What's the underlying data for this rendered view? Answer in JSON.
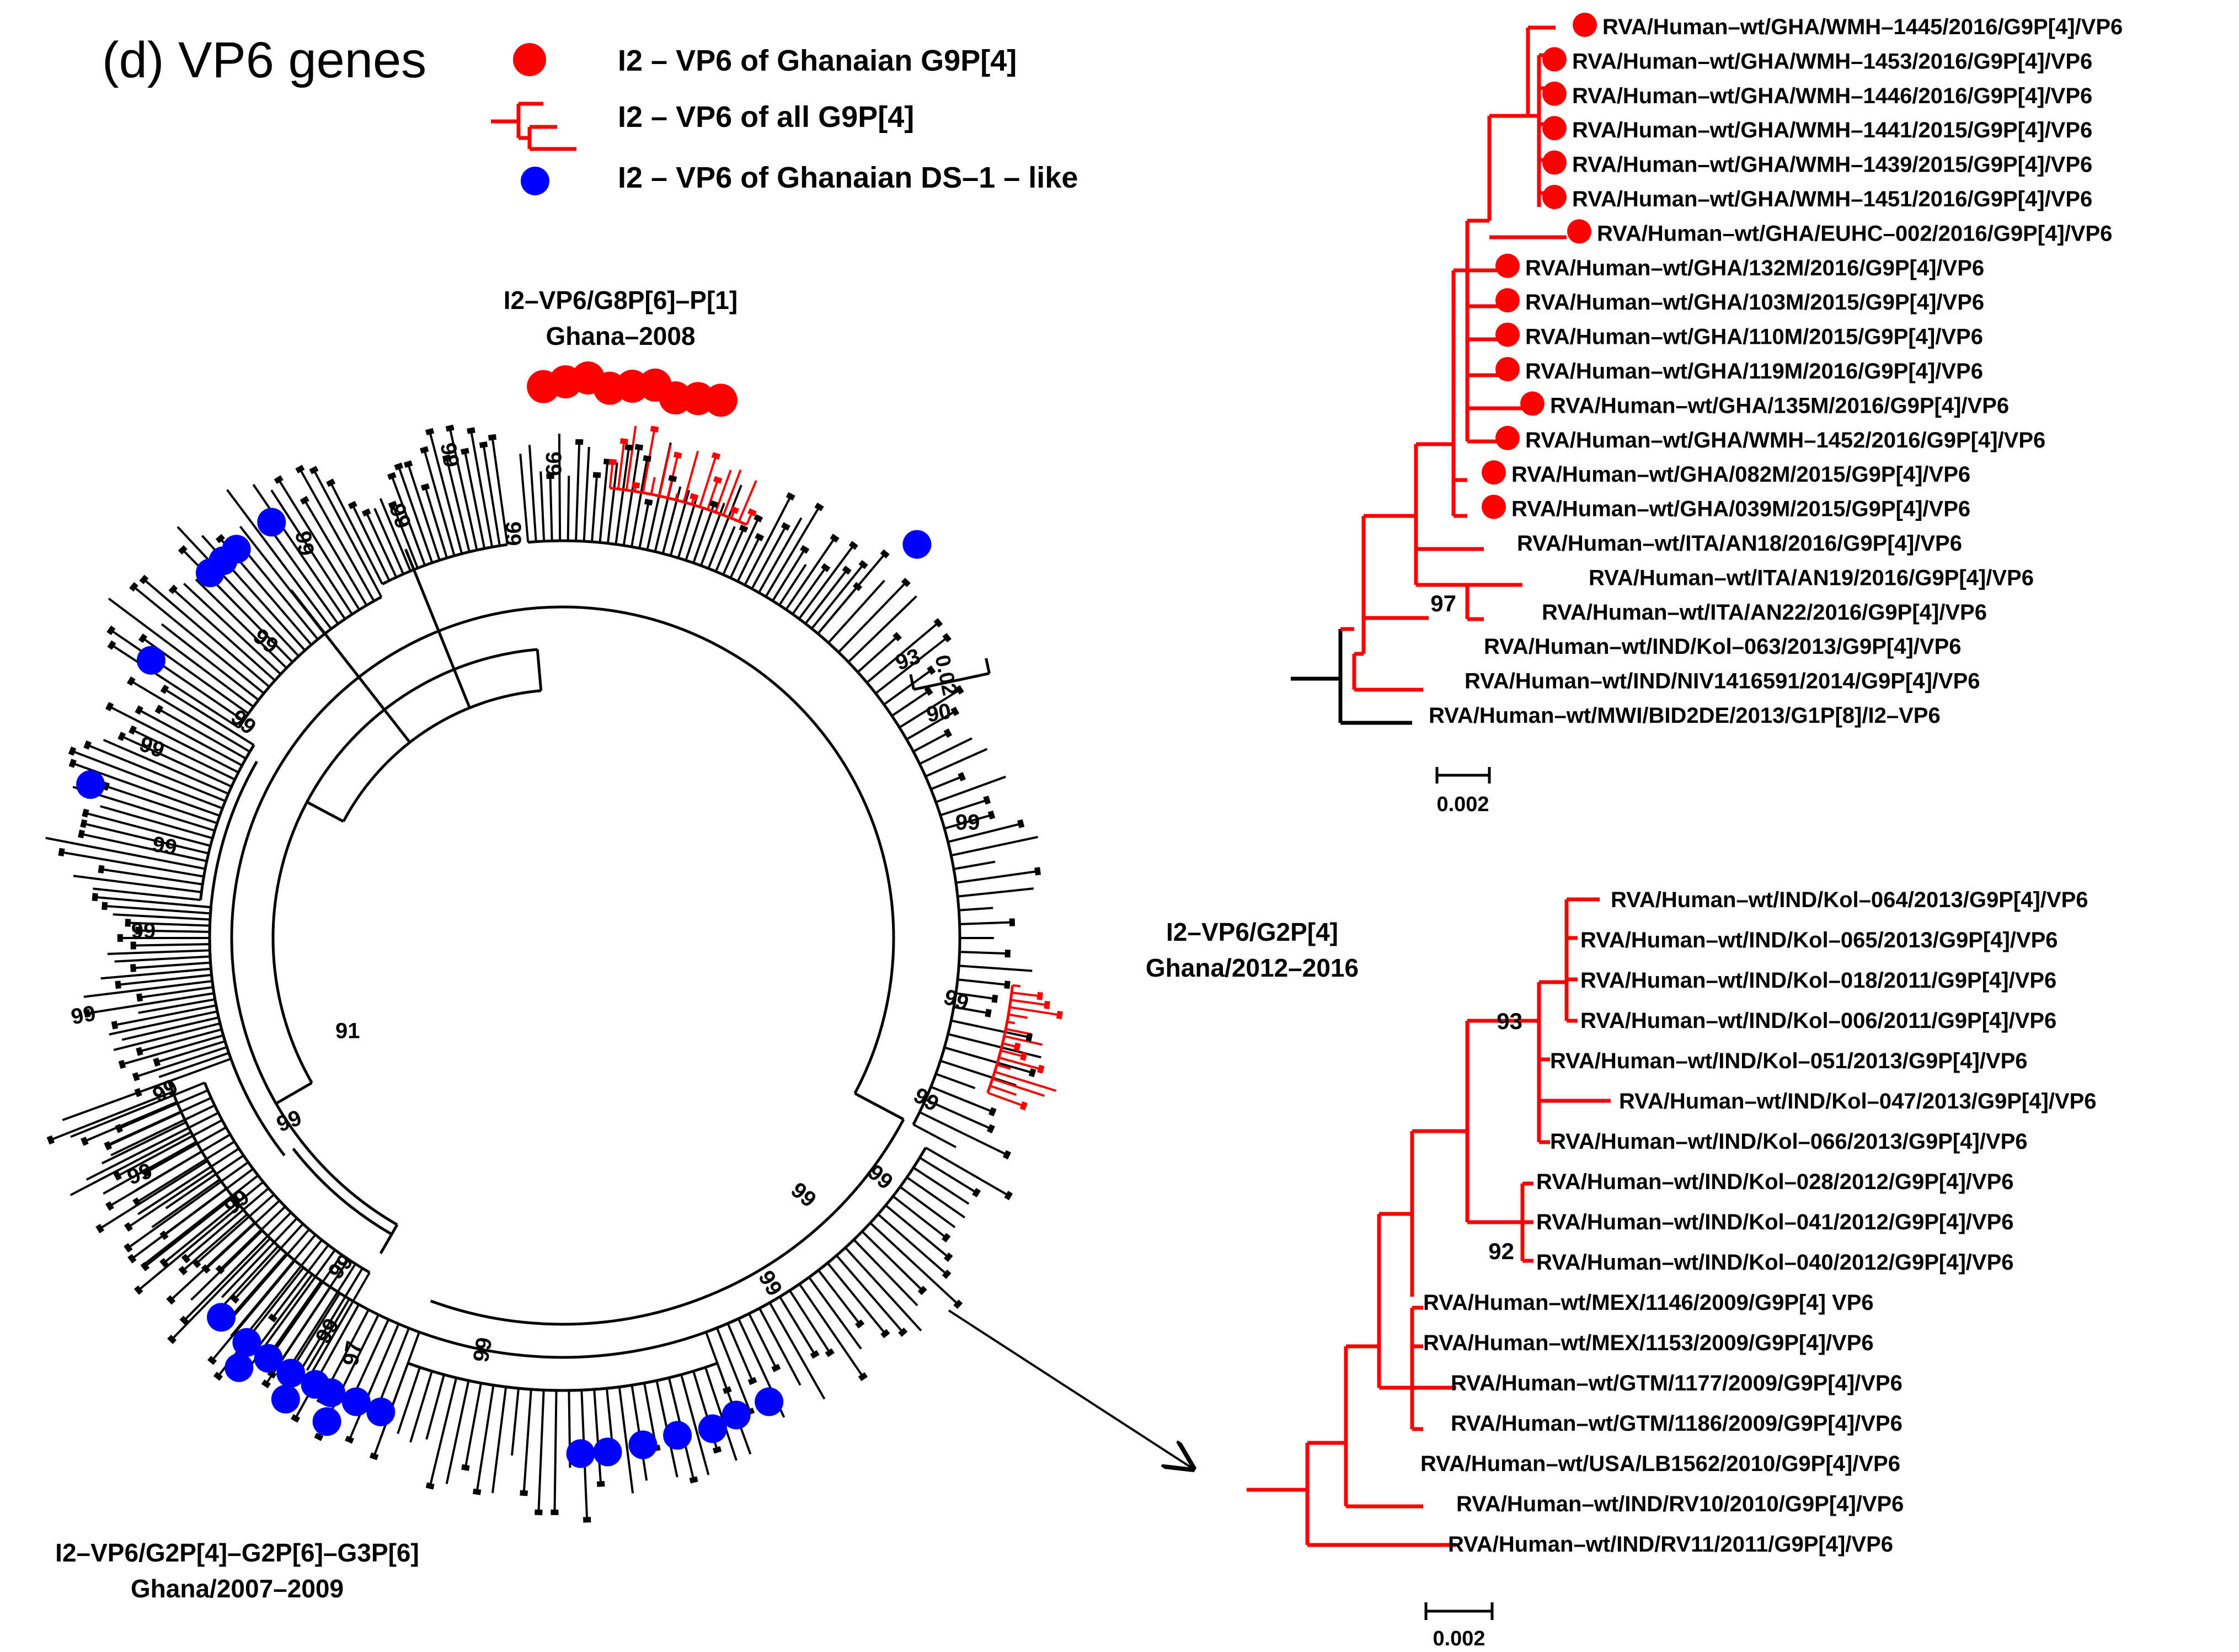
{
  "title": "(d) VP6 genes",
  "legend": [
    {
      "label": "I2 – VP6 of Ghanaian G9P[4]",
      "icon": "red-dot-icon"
    },
    {
      "label": "I2 – VP6 of all G9P[4]",
      "icon": "red-tree-icon"
    },
    {
      "label": "I2 – VP6 of Ghanaian DS–1 – like",
      "icon": "blue-dot-icon"
    }
  ],
  "colors": {
    "red": "#ff0000",
    "blue": "#0000ff",
    "black": "#000000"
  },
  "circular_tree": {
    "scale_label": "0.02",
    "clade_labels": {
      "top": [
        "I2–VP6/G8P[6]–P[1]",
        "Ghana–2008"
      ],
      "right": [
        "I2–VP6/G2P[4]",
        "Ghana/2012–2016"
      ],
      "bottom": [
        "I2–VP6/G2P[4]–G2P[6]–G3P[6]",
        "Ghana/2007–2009"
      ]
    },
    "bootstrap_labels": [
      "91",
      "99",
      "99",
      "99",
      "99",
      "99",
      "99",
      "99",
      "99",
      "99",
      "99",
      "99",
      "99",
      "99",
      "99",
      "99",
      "99",
      "99",
      "99",
      "99",
      "99",
      "99",
      "99",
      "99",
      "97",
      "90",
      "93",
      "99"
    ]
  },
  "top_tree": {
    "scale_label": "0.002",
    "tips": [
      "RVA/Human–wt/GHA/WMH–1445/2016/G9P[4]/VP6",
      "RVA/Human–wt/GHA/WMH–1453/2016/G9P[4]/VP6",
      "RVA/Human–wt/GHA/WMH–1446/2016/G9P[4]/VP6",
      "RVA/Human–wt/GHA/WMH–1441/2015/G9P[4]/VP6",
      "RVA/Human–wt/GHA/WMH–1439/2015/G9P[4]/VP6",
      "RVA/Human–wt/GHA/WMH–1451/2016/G9P[4]/VP6",
      "RVA/Human–wt/GHA/EUHC–002/2016/G9P[4]/VP6",
      "RVA/Human–wt/GHA/132M/2016/G9P[4]/VP6",
      "RVA/Human–wt/GHA/103M/2015/G9P[4]/VP6",
      "RVA/Human–wt/GHA/110M/2015/G9P[4]/VP6",
      "RVA/Human–wt/GHA/119M/2016/G9P[4]/VP6",
      "RVA/Human–wt/GHA/135M/2016/G9P[4]/VP6",
      "RVA/Human–wt/GHA/WMH–1452/2016/G9P[4]/VP6",
      "RVA/Human–wt/GHA/082M/2015/G9P[4]/VP6",
      "RVA/Human–wt/GHA/039M/2015/G9P[4]/VP6",
      "RVA/Human–wt/ITA/AN18/2016/G9P[4]/VP6",
      "RVA/Human–wt/ITA/AN19/2016/G9P[4]/VP6",
      "RVA/Human–wt/ITA/AN22/2016/G9P[4]/VP6",
      "RVA/Human–wt/IND/Kol–063/2013/G9P[4]/VP6",
      "RVA/Human–wt/IND/NIV1416591/2014/G9P[4]/VP6",
      "RVA/Human–wt/MWI/BID2DE/2013/G1P[8]/I2–VP6"
    ],
    "bootstrap": "97"
  },
  "bottom_tree": {
    "scale_label": "0.002",
    "tips": [
      "RVA/Human–wt/IND/Kol–064/2013/G9P[4]/VP6",
      "RVA/Human–wt/IND/Kol–065/2013/G9P[4]/VP6",
      "RVA/Human–wt/IND/Kol–018/2011/G9P[4]/VP6",
      "RVA/Human–wt/IND/Kol–006/2011/G9P[4]/VP6",
      "RVA/Human–wt/IND/Kol–051/2013/G9P[4]/VP6",
      "RVA/Human–wt/IND/Kol–047/2013/G9P[4]/VP6",
      "RVA/Human–wt/IND/Kol–066/2013/G9P[4]/VP6",
      "RVA/Human–wt/IND/Kol–028/2012/G9P[4]/VP6",
      "RVA/Human–wt/IND/Kol–041/2012/G9P[4]/VP6",
      "RVA/Human–wt/IND/Kol–040/2012/G9P[4]/VP6",
      "RVA/Human–wt/MEX/1146/2009/G9P[4] VP6",
      "RVA/Human–wt/MEX/1153/2009/G9P[4]/VP6",
      "RVA/Human–wt/GTM/1177/2009/G9P[4]/VP6",
      "RVA/Human–wt/GTM/1186/2009/G9P[4]/VP6",
      "RVA/Human–wt/USA/LB1562/2010/G9P[4]/VP6",
      "RVA/Human–wt/IND/RV10/2010/G9P[4]/VP6",
      "RVA/Human–wt/IND/RV11/2011/G9P[4]/VP6"
    ],
    "bootstrap": [
      "93",
      "92"
    ]
  }
}
